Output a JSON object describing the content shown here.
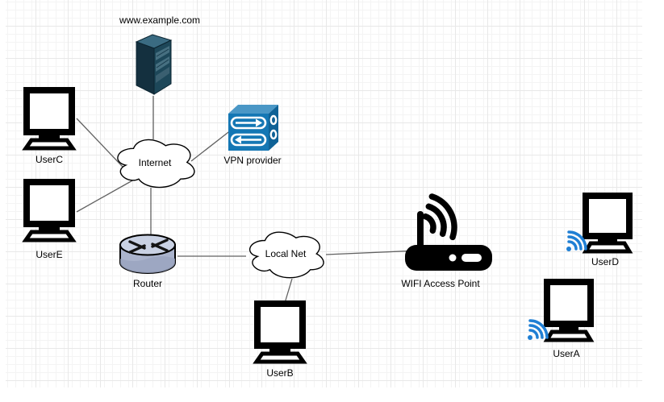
{
  "diagram": {
    "nodes": {
      "server": {
        "label": "www.example.com",
        "icon": "server-rack-icon"
      },
      "userC": {
        "label": "UserC",
        "icon": "desktop-computer-icon"
      },
      "userE": {
        "label": "UserE",
        "icon": "desktop-computer-icon"
      },
      "internet": {
        "label": "Internet",
        "icon": "cloud-shape"
      },
      "vpn": {
        "label": "VPN provider",
        "icon": "vpn-concentrator-icon"
      },
      "router": {
        "label": "Router",
        "icon": "router-icon"
      },
      "localnet": {
        "label": "Local Net",
        "icon": "cloud-shape"
      },
      "wap": {
        "label": "WIFI Access Point",
        "icon": "wifi-access-point-icon"
      },
      "userD": {
        "label": "UserD",
        "icon": "wireless-computer-icon"
      },
      "userA": {
        "label": "UserA",
        "icon": "wireless-computer-icon"
      },
      "userB": {
        "label": "UserB",
        "icon": "desktop-computer-icon"
      }
    },
    "edges": [
      {
        "from": "UserC",
        "to": "Internet"
      },
      {
        "from": "UserE",
        "to": "Internet"
      },
      {
        "from": "www.example.com",
        "to": "Internet"
      },
      {
        "from": "Internet",
        "to": "VPN provider"
      },
      {
        "from": "Internet",
        "to": "Router"
      },
      {
        "from": "Router",
        "to": "Local Net"
      },
      {
        "from": "Local Net",
        "to": "WIFI Access Point"
      },
      {
        "from": "Local Net",
        "to": "UserB"
      }
    ],
    "colors": {
      "canvas_background": "#ffffff",
      "grid_minor": "#f4f4f4",
      "grid_major": "#e8e8e8",
      "edge_stroke": "#616161",
      "shape_outline": "#000000",
      "server_dark": "#14303f",
      "server_mid": "#1d4759",
      "server_top": "#3a6b82",
      "vpn_front": "#1477b4",
      "vpn_side": "#0f6296",
      "vpn_top": "#4a97c6",
      "router_top": "#c9d1e3",
      "router_body": "#aab3cc",
      "wifi_blue": "#1f7fd4"
    }
  }
}
